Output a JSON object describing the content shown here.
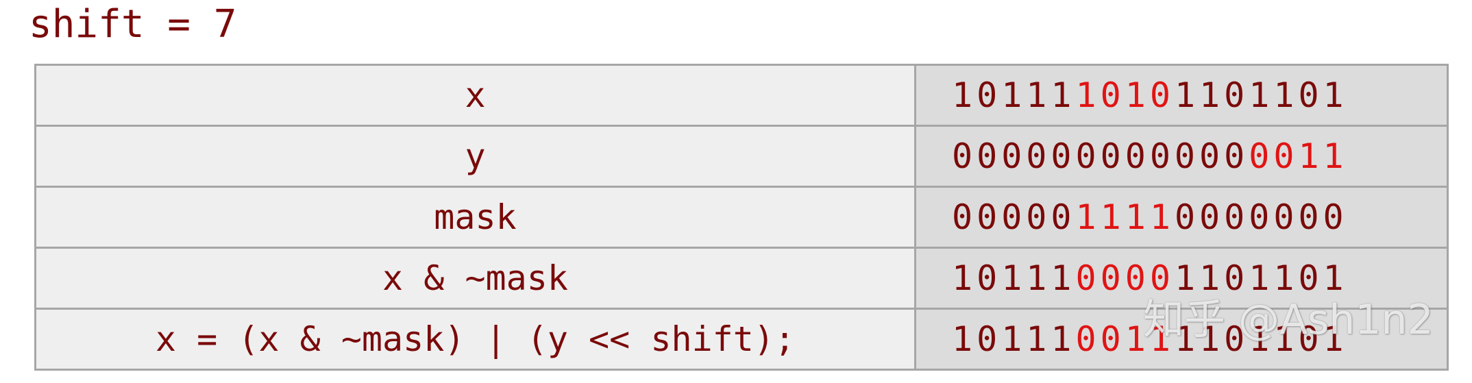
{
  "heading": "shift = 7",
  "rows": [
    {
      "expression": "x",
      "bits": [
        {
          "text": "10111",
          "highlight": false
        },
        {
          "text": "1010",
          "highlight": true
        },
        {
          "text": "1101101",
          "highlight": false
        }
      ]
    },
    {
      "expression": "y",
      "bits": [
        {
          "text": "000000000000",
          "highlight": false
        },
        {
          "text": "0011",
          "highlight": true
        }
      ]
    },
    {
      "expression": "mask",
      "bits": [
        {
          "text": "00000",
          "highlight": false
        },
        {
          "text": "1111",
          "highlight": true
        },
        {
          "text": "0000000",
          "highlight": false
        }
      ]
    },
    {
      "expression": "x & ~mask",
      "bits": [
        {
          "text": "10111",
          "highlight": false
        },
        {
          "text": "0000",
          "highlight": true
        },
        {
          "text": "1101101",
          "highlight": false
        }
      ]
    },
    {
      "expression": "x = (x & ~mask) | (y << shift);",
      "bits": [
        {
          "text": "10111",
          "highlight": false
        },
        {
          "text": "0011",
          "highlight": true
        },
        {
          "text": "1101101",
          "highlight": false
        }
      ]
    }
  ],
  "watermark": "知乎 @Ash1n2",
  "colors": {
    "text": "#7a0a0a",
    "highlight": "#e01414",
    "expr_cell_bg": "#efefef",
    "bits_cell_bg": "#dcdcdc",
    "border": "#a6a6a6"
  }
}
